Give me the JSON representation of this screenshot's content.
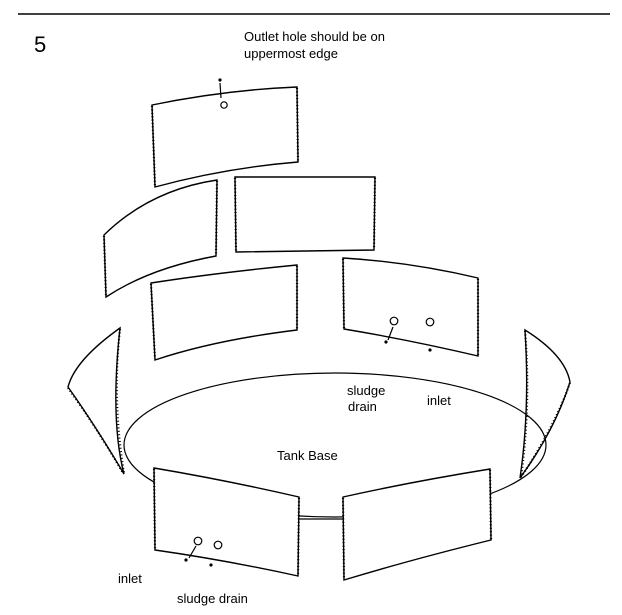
{
  "step_number": "5",
  "note": {
    "line1": "Outlet hole should be on",
    "line2": "uppermost edge"
  },
  "labels": {
    "sludge_drain_center_line1": "sludge",
    "sludge_drain_center_line2": "drain",
    "outlet": "inlet",
    "tank_base": "Tank Base",
    "inlet": "inlet",
    "sludge_drain_bottom": "sludge drain"
  },
  "colors": {
    "line": "#000000",
    "background": "#ffffff"
  }
}
